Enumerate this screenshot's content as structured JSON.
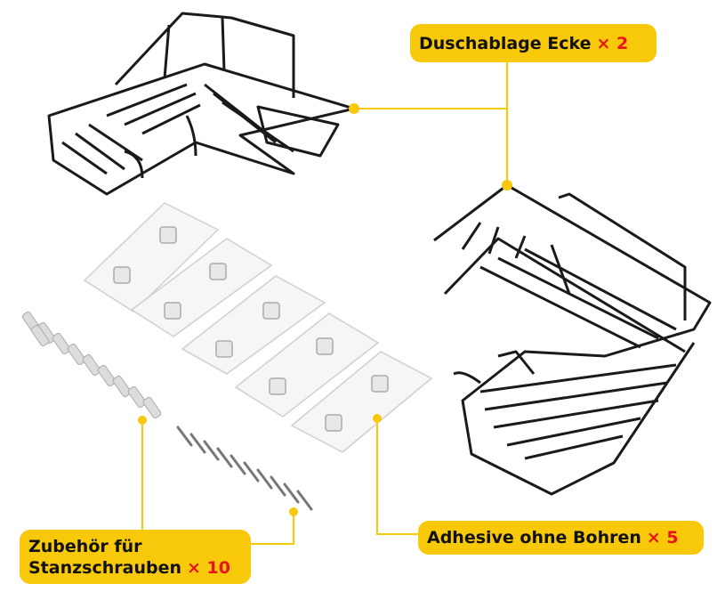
{
  "labels": {
    "shelf": {
      "text": "Duschablage Ecke",
      "qty": "× 2"
    },
    "screws": {
      "line1": "Zubehör für",
      "line2": "Stanzschrauben",
      "qty": "× 10"
    },
    "adhesive": {
      "text": "Adhesive ohne Bohren",
      "qty": "× 5"
    }
  },
  "colors": {
    "label_bg": "#f8c80a",
    "qty": "#e8141c",
    "metal": "#1a1a1a"
  }
}
